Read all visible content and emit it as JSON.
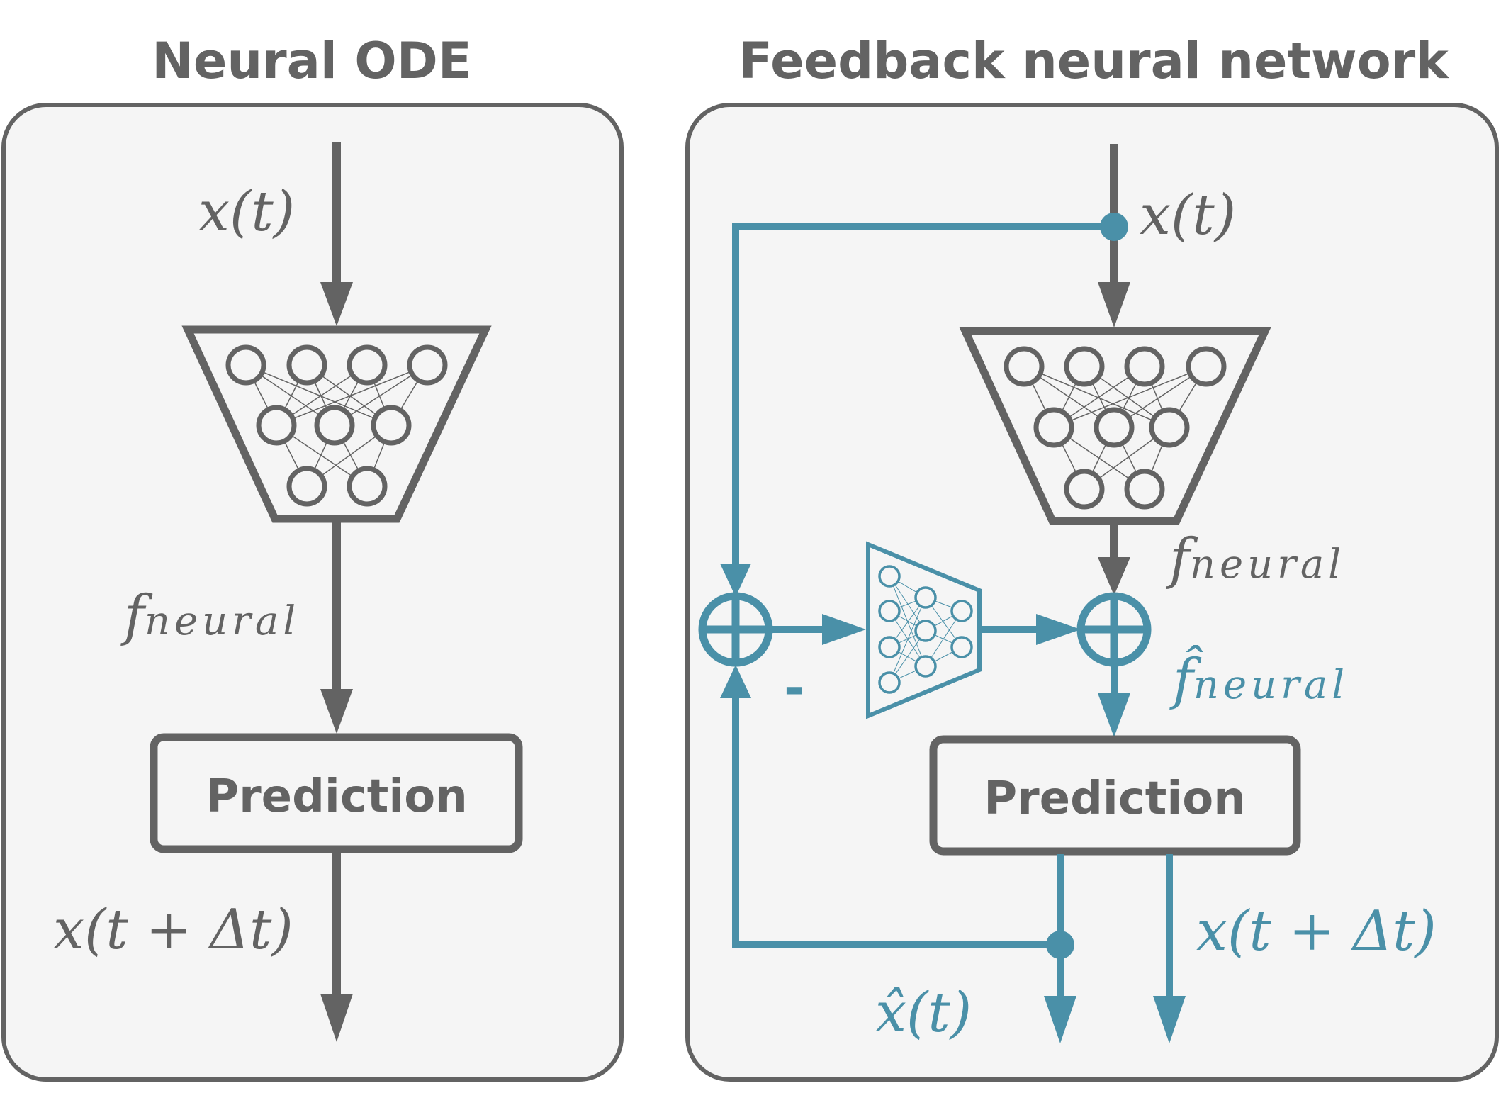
{
  "colors": {
    "gray": "#636363",
    "blue": "#4a90a8",
    "panel": "#f5f5f5"
  },
  "left_panel": {
    "title": "Neural ODE",
    "input_label": "x(t)",
    "f_label_main": "f",
    "f_label_sub": "neural",
    "prediction_label": "Prediction",
    "output_label": "x(t + Δt)"
  },
  "right_panel": {
    "title": "Feedback neural network",
    "input_label": "x(t)",
    "f_label_main": "f",
    "f_label_sub": "neural",
    "fhat_label_main": "f̂",
    "fhat_label_sub": "neural",
    "minus_sign": "-",
    "prediction_label": "Prediction",
    "xhat_label": "x̂(t)",
    "output_label": "x(t + Δt)"
  }
}
